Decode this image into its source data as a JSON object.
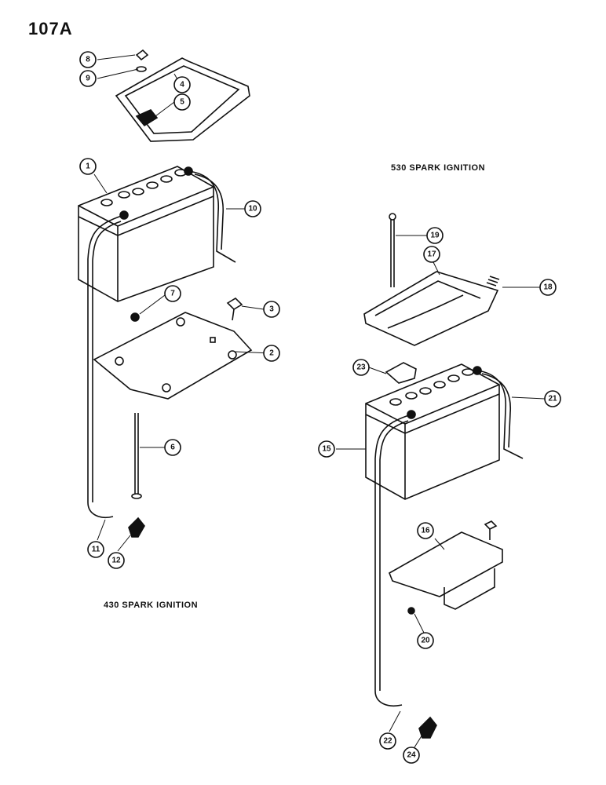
{
  "page_number": "107A",
  "captions": {
    "left": "430 SPARK IGNITION",
    "right": "530 SPARK IGNITION"
  },
  "callouts": [
    "1",
    "2",
    "3",
    "4",
    "5",
    "6",
    "7",
    "8",
    "9",
    "10",
    "11",
    "12",
    "15",
    "16",
    "17",
    "18",
    "19",
    "20",
    "21",
    "22",
    "23",
    "24"
  ]
}
